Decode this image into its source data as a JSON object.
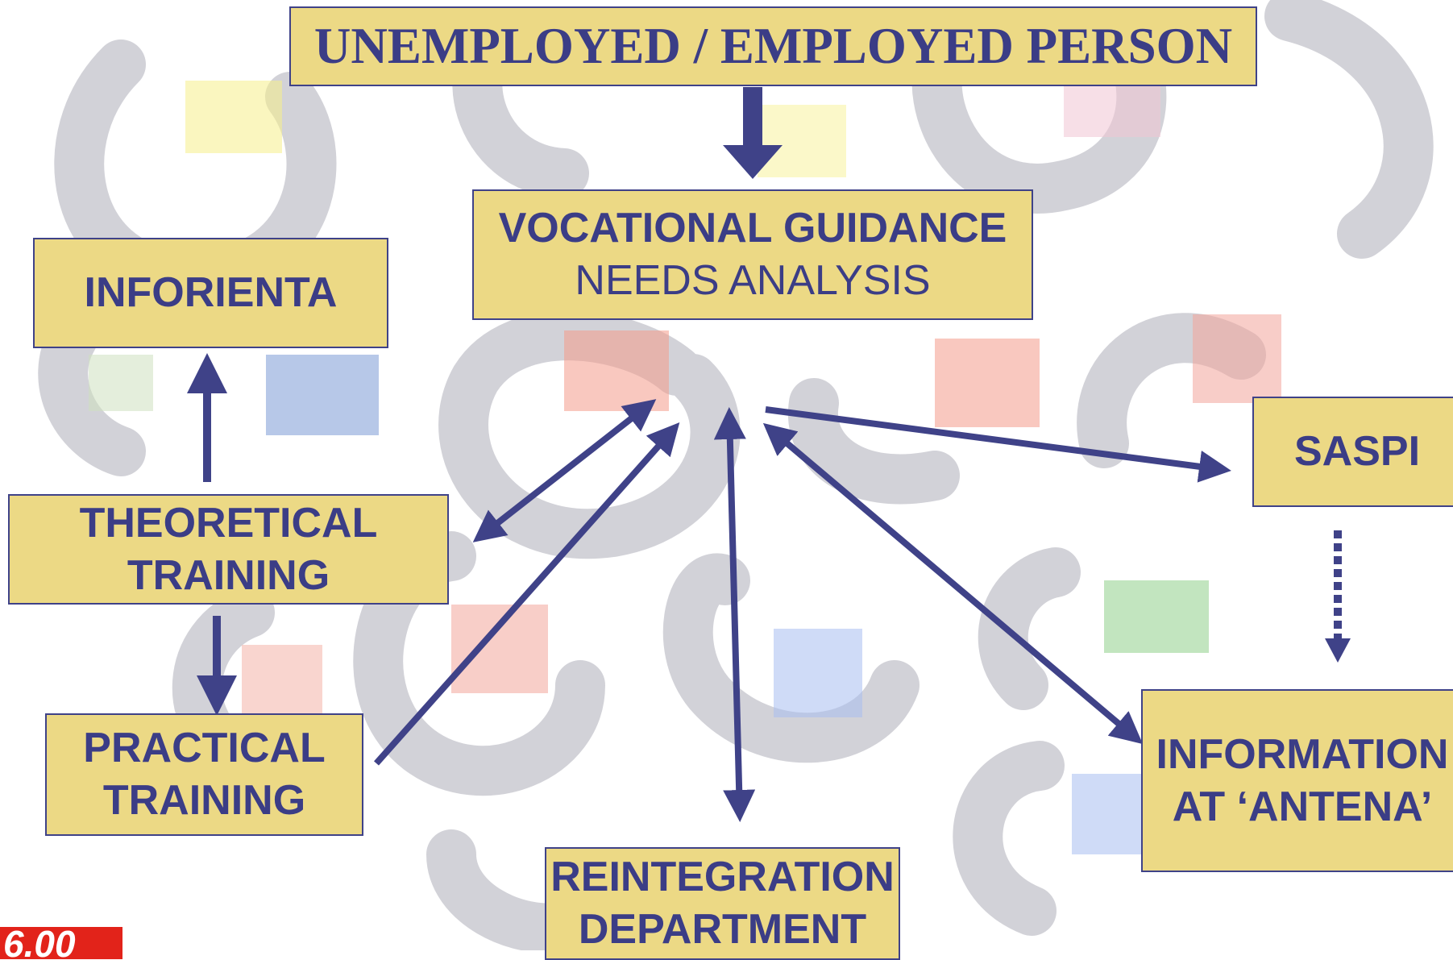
{
  "diagram": {
    "top_box": {
      "text": "UNEMPLOYED / EMPLOYED PERSON"
    },
    "vocational_box": {
      "line1": "VOCATIONAL GUIDANCE",
      "line2": "NEEDS ANALYSIS"
    },
    "inforienta_box": {
      "text": "INFORIENTA"
    },
    "theoretical_box": {
      "line1": "THEORETICAL",
      "line2": "TRAINING"
    },
    "practical_box": {
      "line1": "PRACTICAL",
      "line2": "TRAINING"
    },
    "saspi_box": {
      "text": "SASPI"
    },
    "information_box": {
      "line1": "INFORMATION",
      "line2": "AT ‘ANTENA’"
    },
    "reintegration_box": {
      "line1": "REINTEGRATION",
      "line2": "DEPARTMENT"
    }
  },
  "logo": {
    "text": "6.00"
  },
  "colors": {
    "box_fill": "#ecd985",
    "box_border": "#3f4288",
    "text": "#3b3d86",
    "arrow": "#3f4288",
    "logo_red": "#e2231a"
  }
}
